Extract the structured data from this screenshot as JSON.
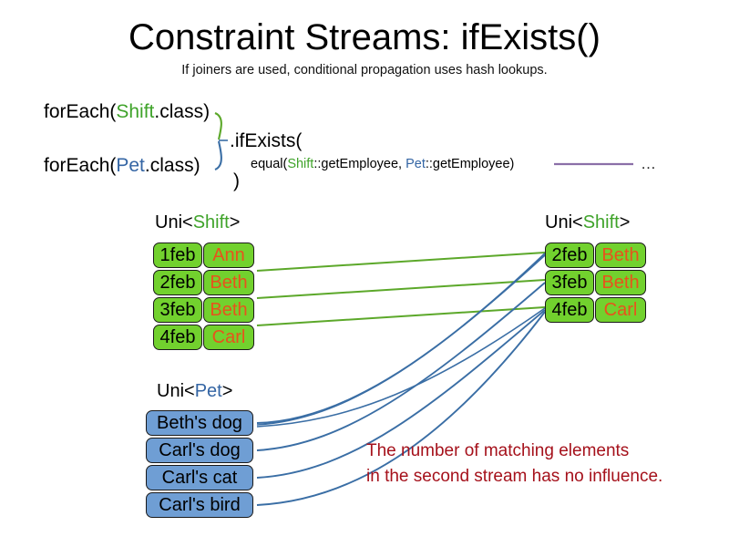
{
  "header": {
    "title": "Constraint Streams: ifExists()",
    "subtitle": "If joiners are used, conditional propagation uses hash lookups."
  },
  "code": {
    "foreach_shift_prefix": "forEach(",
    "foreach_shift_type": "Shift",
    "foreach_shift_suffix": ".class)",
    "foreach_pet_prefix": "forEach(",
    "foreach_pet_type": "Pet",
    "foreach_pet_suffix": ".class)",
    "if_exists": ".ifExists(",
    "equal_prefix": "equal(",
    "equal_shift_type": "Shift",
    "equal_shift_method": "::getEmployee, ",
    "equal_pet_type": "Pet",
    "equal_pet_method": "::getEmployee)",
    "close_paren": ")",
    "ellipsis": "…"
  },
  "streams": {
    "left_shift": {
      "header_prefix": "Uni<",
      "header_type": "Shift",
      "header_suffix": ">",
      "rows": [
        {
          "date": "1feb",
          "name": "Ann"
        },
        {
          "date": "2feb",
          "name": "Beth"
        },
        {
          "date": "3feb",
          "name": "Beth"
        },
        {
          "date": "4feb",
          "name": "Carl"
        }
      ]
    },
    "pet": {
      "header_prefix": "Uni<",
      "header_type": "Pet",
      "header_suffix": ">",
      "rows": [
        {
          "label": "Beth's dog"
        },
        {
          "label": "Carl's dog"
        },
        {
          "label": "Carl's cat"
        },
        {
          "label": "Carl's bird"
        }
      ]
    },
    "right_shift": {
      "header_prefix": "Uni<",
      "header_type": "Shift",
      "header_suffix": ">",
      "rows": [
        {
          "date": "2feb",
          "name": "Beth"
        },
        {
          "date": "3feb",
          "name": "Beth"
        },
        {
          "date": "4feb",
          "name": "Carl"
        }
      ]
    }
  },
  "annotation": {
    "line1": "The number of matching elements",
    "line2": "in the second stream has no influence."
  },
  "colors": {
    "shift_type": "#3fa32a",
    "pet_type": "#3465a4",
    "shift_box_fill": "#72d12e",
    "pet_box_fill": "#6f9ed4",
    "box_border": "#1a1a1a",
    "name_text": "#e8521c",
    "annotation_text": "#a5111b",
    "green_wire": "#5ca82a",
    "blue_wire": "#3a6ea5",
    "purple_line": "#8b6fa8"
  }
}
